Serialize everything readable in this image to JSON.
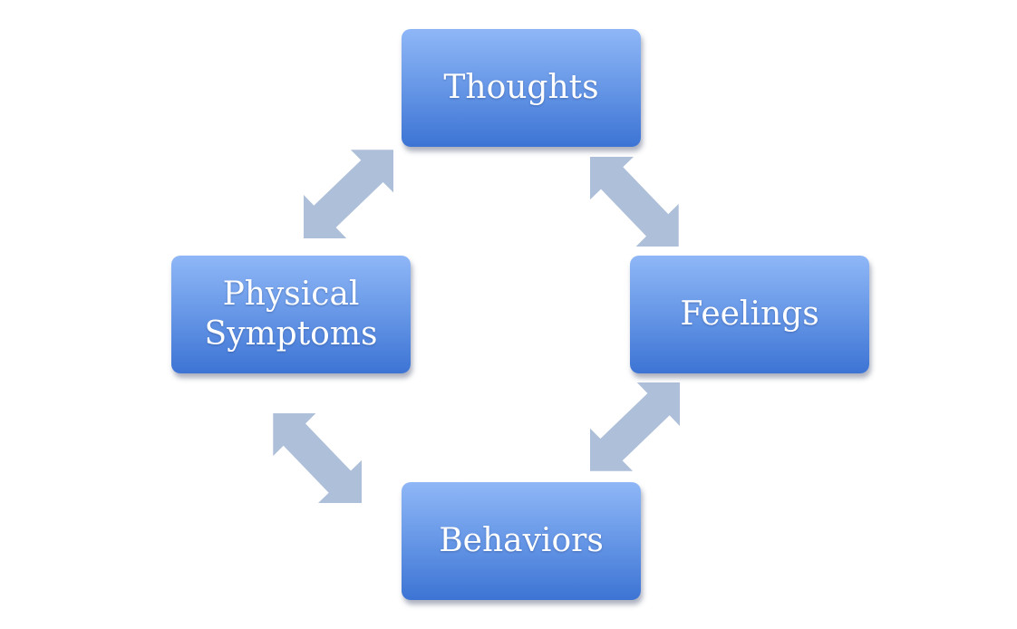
{
  "diagram": {
    "nodes": {
      "thoughts": "Thoughts",
      "feelings": "Feelings",
      "behaviors": "Behaviors",
      "physical_line1": "Physical",
      "physical_line2": "Symptoms"
    },
    "connections": [
      {
        "from": "Thoughts",
        "to": "Feelings",
        "type": "bidirectional"
      },
      {
        "from": "Feelings",
        "to": "Behaviors",
        "type": "bidirectional"
      },
      {
        "from": "Behaviors",
        "to": "Physical Symptoms",
        "type": "bidirectional"
      },
      {
        "from": "Physical Symptoms",
        "to": "Thoughts",
        "type": "bidirectional"
      }
    ],
    "colors": {
      "node_top": "#8fb7f7",
      "node_bottom": "#3d74d4",
      "arrow": "#aebfd9",
      "text": "#ffffff"
    }
  }
}
